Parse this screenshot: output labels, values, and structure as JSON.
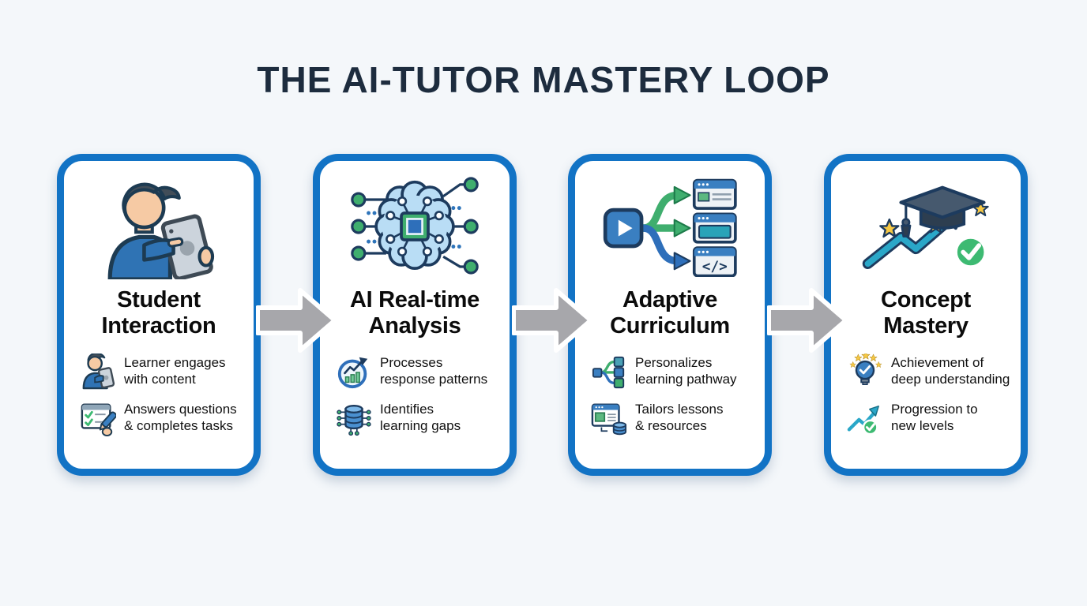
{
  "title": "THE AI-TUTOR MASTERY LOOP",
  "colors": {
    "background": "#f4f7fa",
    "card_border": "#1273c5",
    "card_background": "#ffffff",
    "title_text": "#1d2c3e",
    "body_text": "#101010",
    "arrow_gray": "#a7a7ab",
    "accent_green": "#3fae6e",
    "accent_blue": "#2e74ba",
    "accent_teal": "#2aa7c8",
    "star_yellow": "#f6c844"
  },
  "steps": [
    {
      "title": "Student\nInteraction",
      "main_icon": "student-tablet-icon",
      "bullets": [
        {
          "icon": "learner-content-icon",
          "text": "Learner engages\nwith content"
        },
        {
          "icon": "answers-tasks-icon",
          "text": "Answers questions\n& completes tasks"
        }
      ]
    },
    {
      "title": "AI Real-time\nAnalysis",
      "main_icon": "circuit-brain-icon",
      "bullets": [
        {
          "icon": "response-patterns-icon",
          "text": "Processes\nresponse patterns"
        },
        {
          "icon": "learning-gaps-icon",
          "text": "Identifies\nlearning gaps"
        }
      ]
    },
    {
      "title": "Adaptive\nCurriculum",
      "main_icon": "adaptive-branching-icon",
      "bullets": [
        {
          "icon": "learning-pathway-icon",
          "text": "Personalizes\nlearning pathway"
        },
        {
          "icon": "lessons-resources-icon",
          "text": "Tailors lessons\n& resources"
        }
      ]
    },
    {
      "title": "Concept\nMastery",
      "main_icon": "graduation-growth-icon",
      "bullets": [
        {
          "icon": "deep-understanding-icon",
          "text": "Achievement of\ndeep understanding"
        },
        {
          "icon": "progression-icon",
          "text": "Progression to\nnew levels"
        }
      ]
    }
  ],
  "connectors": [
    "arrow-right",
    "arrow-right",
    "arrow-right"
  ]
}
